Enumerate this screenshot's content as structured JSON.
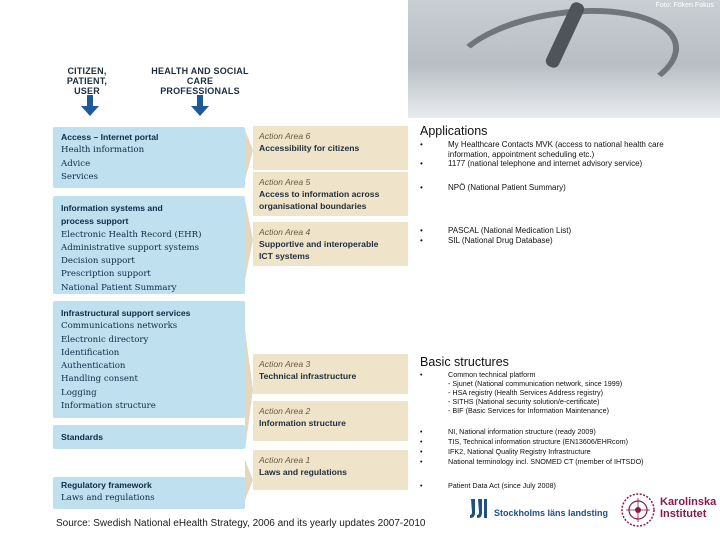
{
  "photo": {
    "credit": "Foto: Föken Fokus"
  },
  "diagram": {
    "top_labels": [
      [
        "CITIZEN,",
        "PATIENT, USER"
      ],
      [
        "HEALTH AND SOCIAL",
        "CARE PROFESSIONALS"
      ]
    ],
    "blocks": [
      {
        "lines": [
          {
            "text": "Access – Internet portal",
            "bold": true
          },
          {
            "text": "Health information"
          },
          {
            "text": "Advice"
          },
          {
            "text": "Services"
          }
        ]
      },
      {
        "lines": [
          {
            "text": "Information systems and",
            "bold": true
          },
          {
            "text": "process support",
            "bold": true
          },
          {
            "text": "Electronic Health Record (EHR)"
          },
          {
            "text": "Administrative support systems"
          },
          {
            "text": "Decision support"
          },
          {
            "text": "Prescription support"
          },
          {
            "text": "National Patient Summary"
          }
        ]
      },
      {
        "lines": [
          {
            "text": "Infrastructural support services",
            "bold": true
          },
          {
            "text": "Communications networks"
          },
          {
            "text": "Electronic directory"
          },
          {
            "text": "Identification"
          },
          {
            "text": "Authentication"
          },
          {
            "text": "Handling consent"
          },
          {
            "text": "Logging"
          },
          {
            "text": "Information structure"
          }
        ]
      },
      {
        "lines": [
          {
            "text": "Standards",
            "bold": true
          }
        ]
      },
      {
        "lines": [
          {
            "text": "Regulatory framework",
            "bold": true
          },
          {
            "text": "Laws and regulations"
          }
        ]
      }
    ],
    "action_areas": [
      {
        "title": "Action Area 6",
        "subtitle": [
          "Accessibility for citizens"
        ]
      },
      {
        "title": "Action Area 5",
        "subtitle": [
          "Access to information across",
          "organisational boundaries"
        ]
      },
      {
        "title": "Action Area 4",
        "subtitle": [
          "Supportive and interoperable",
          "ICT systems"
        ]
      },
      {
        "title": "Action Area 3",
        "subtitle": [
          "Technical infrastructure"
        ]
      },
      {
        "title": "Action Area 2",
        "subtitle": [
          "Information structure"
        ]
      },
      {
        "title": "Action Area 1",
        "subtitle": [
          "Laws and regulations"
        ]
      }
    ]
  },
  "applications": {
    "heading": "Applications",
    "items": [
      "My Healthcare Contacts MVK (access to national health care\ninformation, appointment scheduling etc.)",
      "1177 (national telephone and internet advisory service)",
      "NPÖ (National Patient Summary)",
      "PASCAL (National Medication List)",
      "SIL (National Drug Database)"
    ]
  },
  "basic_structures": {
    "heading": "Basic structures",
    "items": [
      "Common technical platform\n- Sjunet (National communication network, since 1999)\n- HSA registry (Health Services Address registry)\n- SITHS (National security solution/e-certificate)\n- BIF (Basic Services for Information Maintenance)",
      "NI, National information structure (ready 2009)",
      "TIS, Technical information structure (EN13606/EHRcom)",
      "IFK2, National Quality Registry Infrastructure",
      "National terminology incl. SNOMED CT (member of IHTSDO)",
      "Patient Data Act (since July 2008)"
    ]
  },
  "footer": {
    "source": "Source: Swedish National eHealth Strategy, 2006 and its yearly updates 2007-2010",
    "sll": "Stockholms läns landsting",
    "ki": [
      "Karolinska",
      "Institutet"
    ]
  },
  "colors": {
    "box_blue": "#bfe0ef",
    "action_tan": "#efe3c9",
    "arrow": "#1e5a99",
    "ki": "#8b1a4a",
    "sll": "#1f4f8a"
  }
}
